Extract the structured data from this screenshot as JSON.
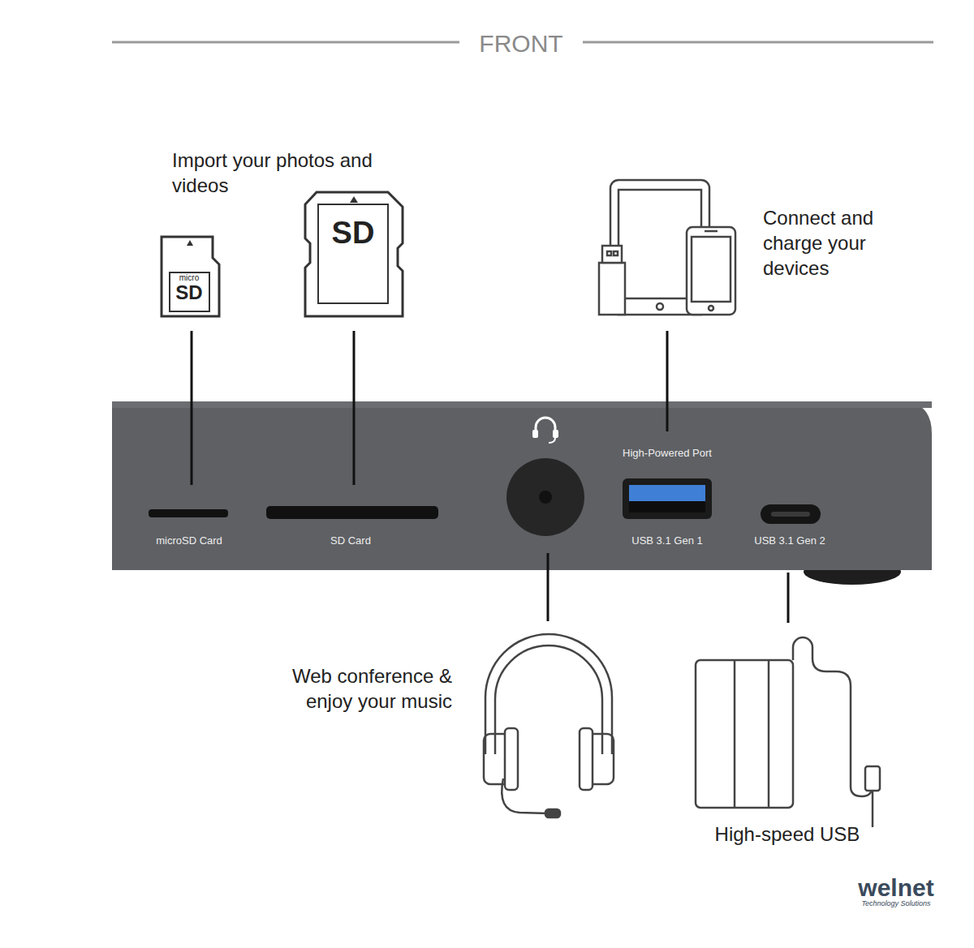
{
  "diagram": {
    "title": "FRONT",
    "labels": [
      "Import your photos and videos",
      "micro",
      "SD",
      "SD",
      "Connect and charge your devices",
      "High-Powered Port",
      "microSD Card",
      "SD Card",
      "USB 3.1 Gen 1",
      "USB 3.1 Gen 2",
      "Web conference & enjoy your music",
      "High-speed USB",
      "welnet",
      "Technology Solutions"
    ]
  }
}
